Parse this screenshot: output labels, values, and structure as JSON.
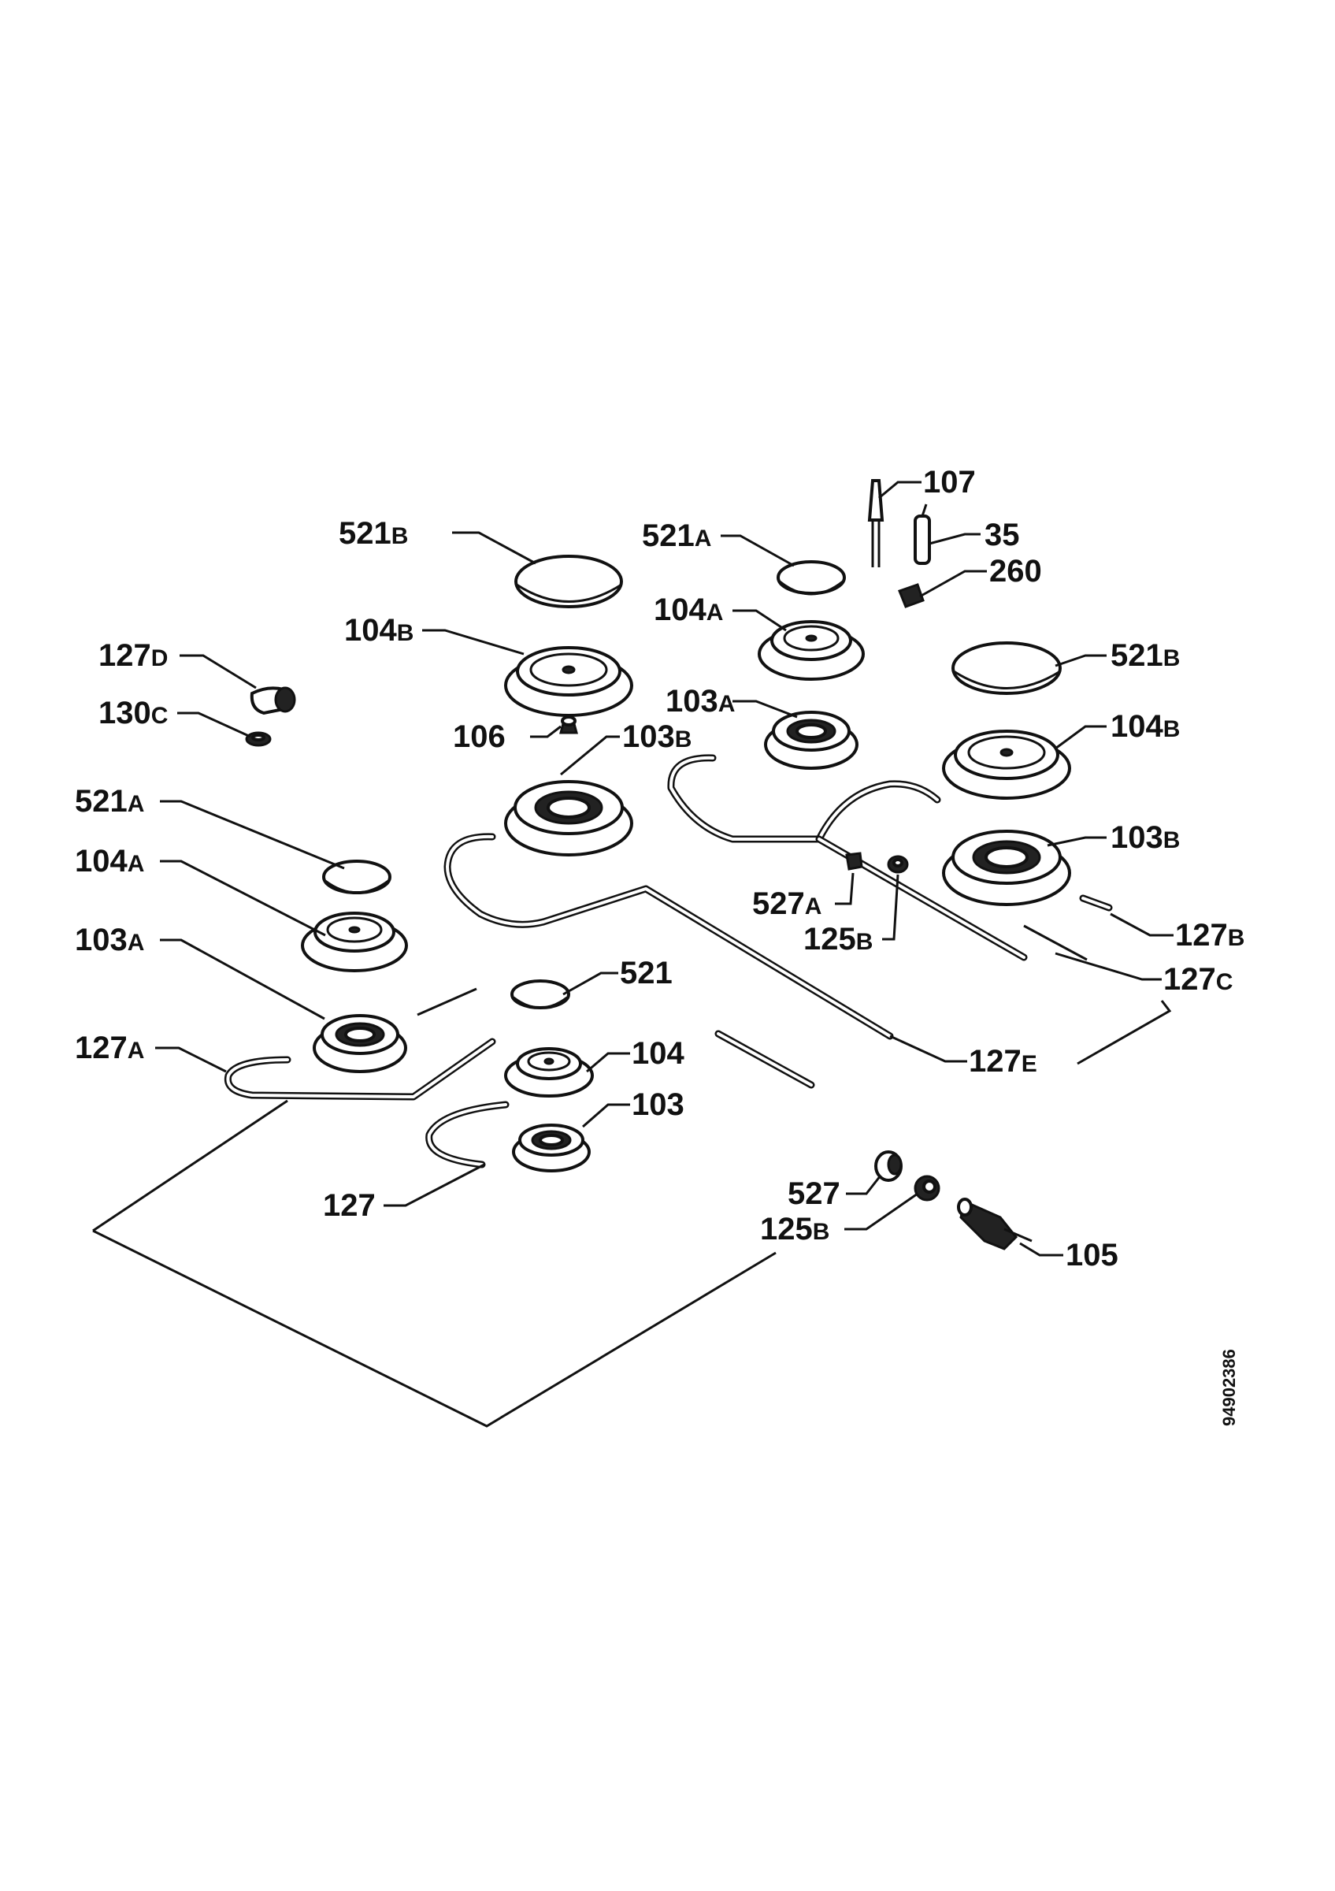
{
  "drawing_code": "94902386",
  "labels": {
    "l107": {
      "num": "107",
      "suf": ""
    },
    "l35": {
      "num": "35",
      "suf": ""
    },
    "l260": {
      "num": "260",
      "suf": ""
    },
    "l521b_top": {
      "num": "521",
      "suf": "B"
    },
    "l521a_top": {
      "num": "521",
      "suf": "A"
    },
    "l104b_top": {
      "num": "104",
      "suf": "B"
    },
    "l104a_top": {
      "num": "104",
      "suf": "A"
    },
    "l127d": {
      "num": "127",
      "suf": "D"
    },
    "l130c": {
      "num": "130",
      "suf": "C"
    },
    "l521b_right": {
      "num": "521",
      "suf": "B"
    },
    "l103a_top": {
      "num": "103",
      "suf": "A"
    },
    "l106": {
      "num": "106",
      "suf": ""
    },
    "l103b_top": {
      "num": "103",
      "suf": "B"
    },
    "l104b_right": {
      "num": "104",
      "suf": "B"
    },
    "l521a_left": {
      "num": "521",
      "suf": "A"
    },
    "l103b_right": {
      "num": "103",
      "suf": "B"
    },
    "l104a_left": {
      "num": "104",
      "suf": "A"
    },
    "l527a": {
      "num": "527",
      "suf": "A"
    },
    "l125b_mid": {
      "num": "125",
      "suf": "B"
    },
    "l127b": {
      "num": "127",
      "suf": "B"
    },
    "l103a_left": {
      "num": "103",
      "suf": "A"
    },
    "l127c": {
      "num": "127",
      "suf": "C"
    },
    "l521": {
      "num": "521",
      "suf": ""
    },
    "l127a": {
      "num": "127",
      "suf": "A"
    },
    "l104": {
      "num": "104",
      "suf": ""
    },
    "l127e": {
      "num": "127",
      "suf": "E"
    },
    "l103": {
      "num": "103",
      "suf": ""
    },
    "l527": {
      "num": "527",
      "suf": ""
    },
    "l127": {
      "num": "127",
      "suf": ""
    },
    "l125b_low": {
      "num": "125",
      "suf": "B"
    },
    "l105": {
      "num": "105",
      "suf": ""
    }
  }
}
